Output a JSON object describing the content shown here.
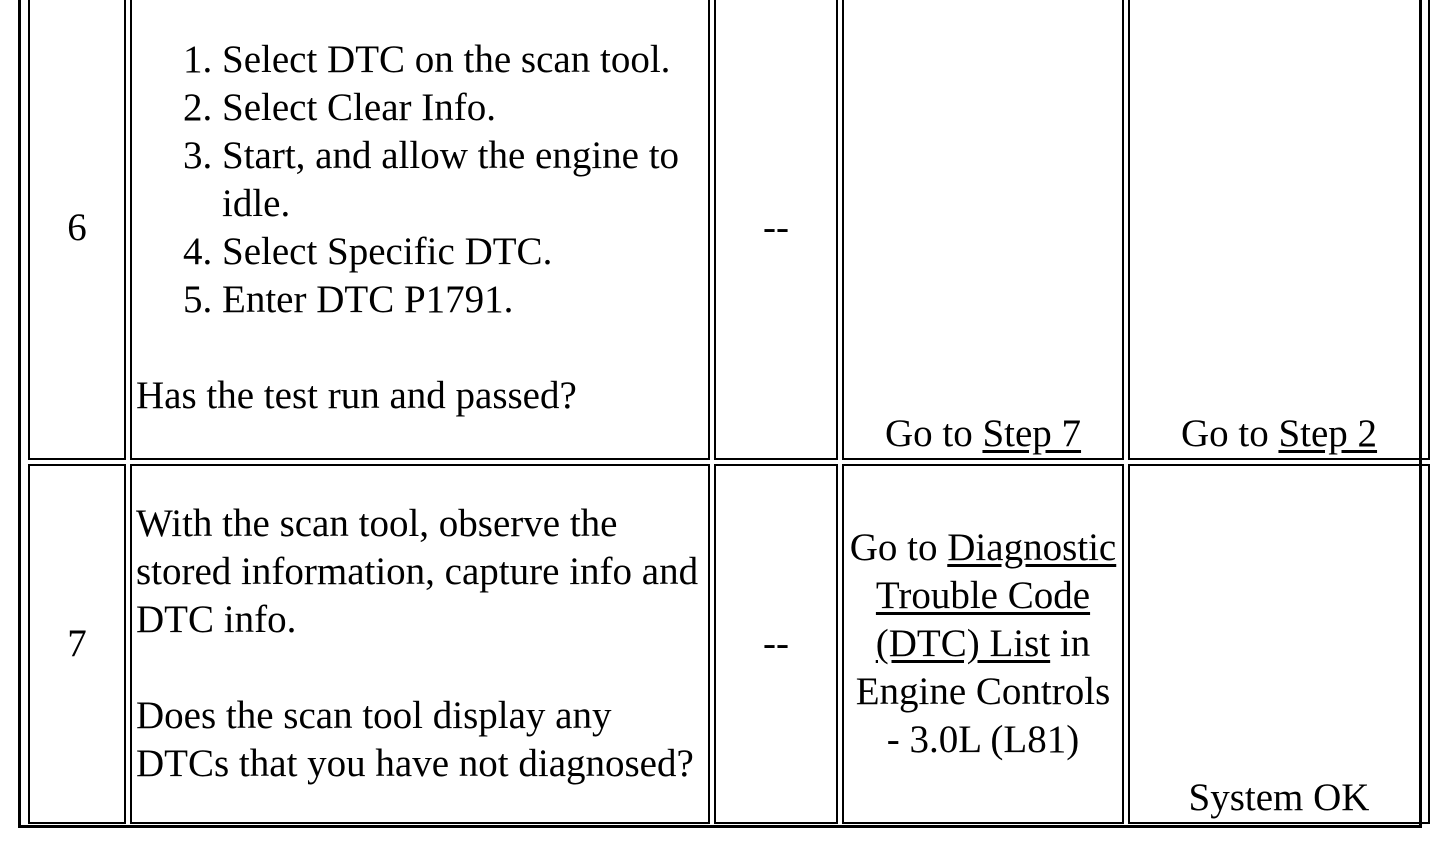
{
  "rows": [
    {
      "step": "6",
      "actions": [
        "Select DTC on the scan tool.",
        "Select Clear Info.",
        "Start, and allow the engine to idle.",
        "Select Specific DTC.",
        "Enter DTC P1791."
      ],
      "question": "Has the test run and passed?",
      "value": "--",
      "yes": {
        "prefix": "Go to ",
        "link": "Step 7"
      },
      "no": {
        "prefix": "Go to ",
        "link": "Step 2"
      }
    },
    {
      "step": "7",
      "paragraph": "With the scan tool, observe the stored information, capture info and DTC info.",
      "question": "Does the scan tool display any DTCs that you have not diagnosed?",
      "value": "--",
      "yes": {
        "prefix": "Go to ",
        "link": "Diagnostic Trouble Code (DTC) List",
        "suffix": " in Engine Controls - 3.0L (L81)"
      },
      "no": {
        "text": "System OK"
      }
    }
  ]
}
